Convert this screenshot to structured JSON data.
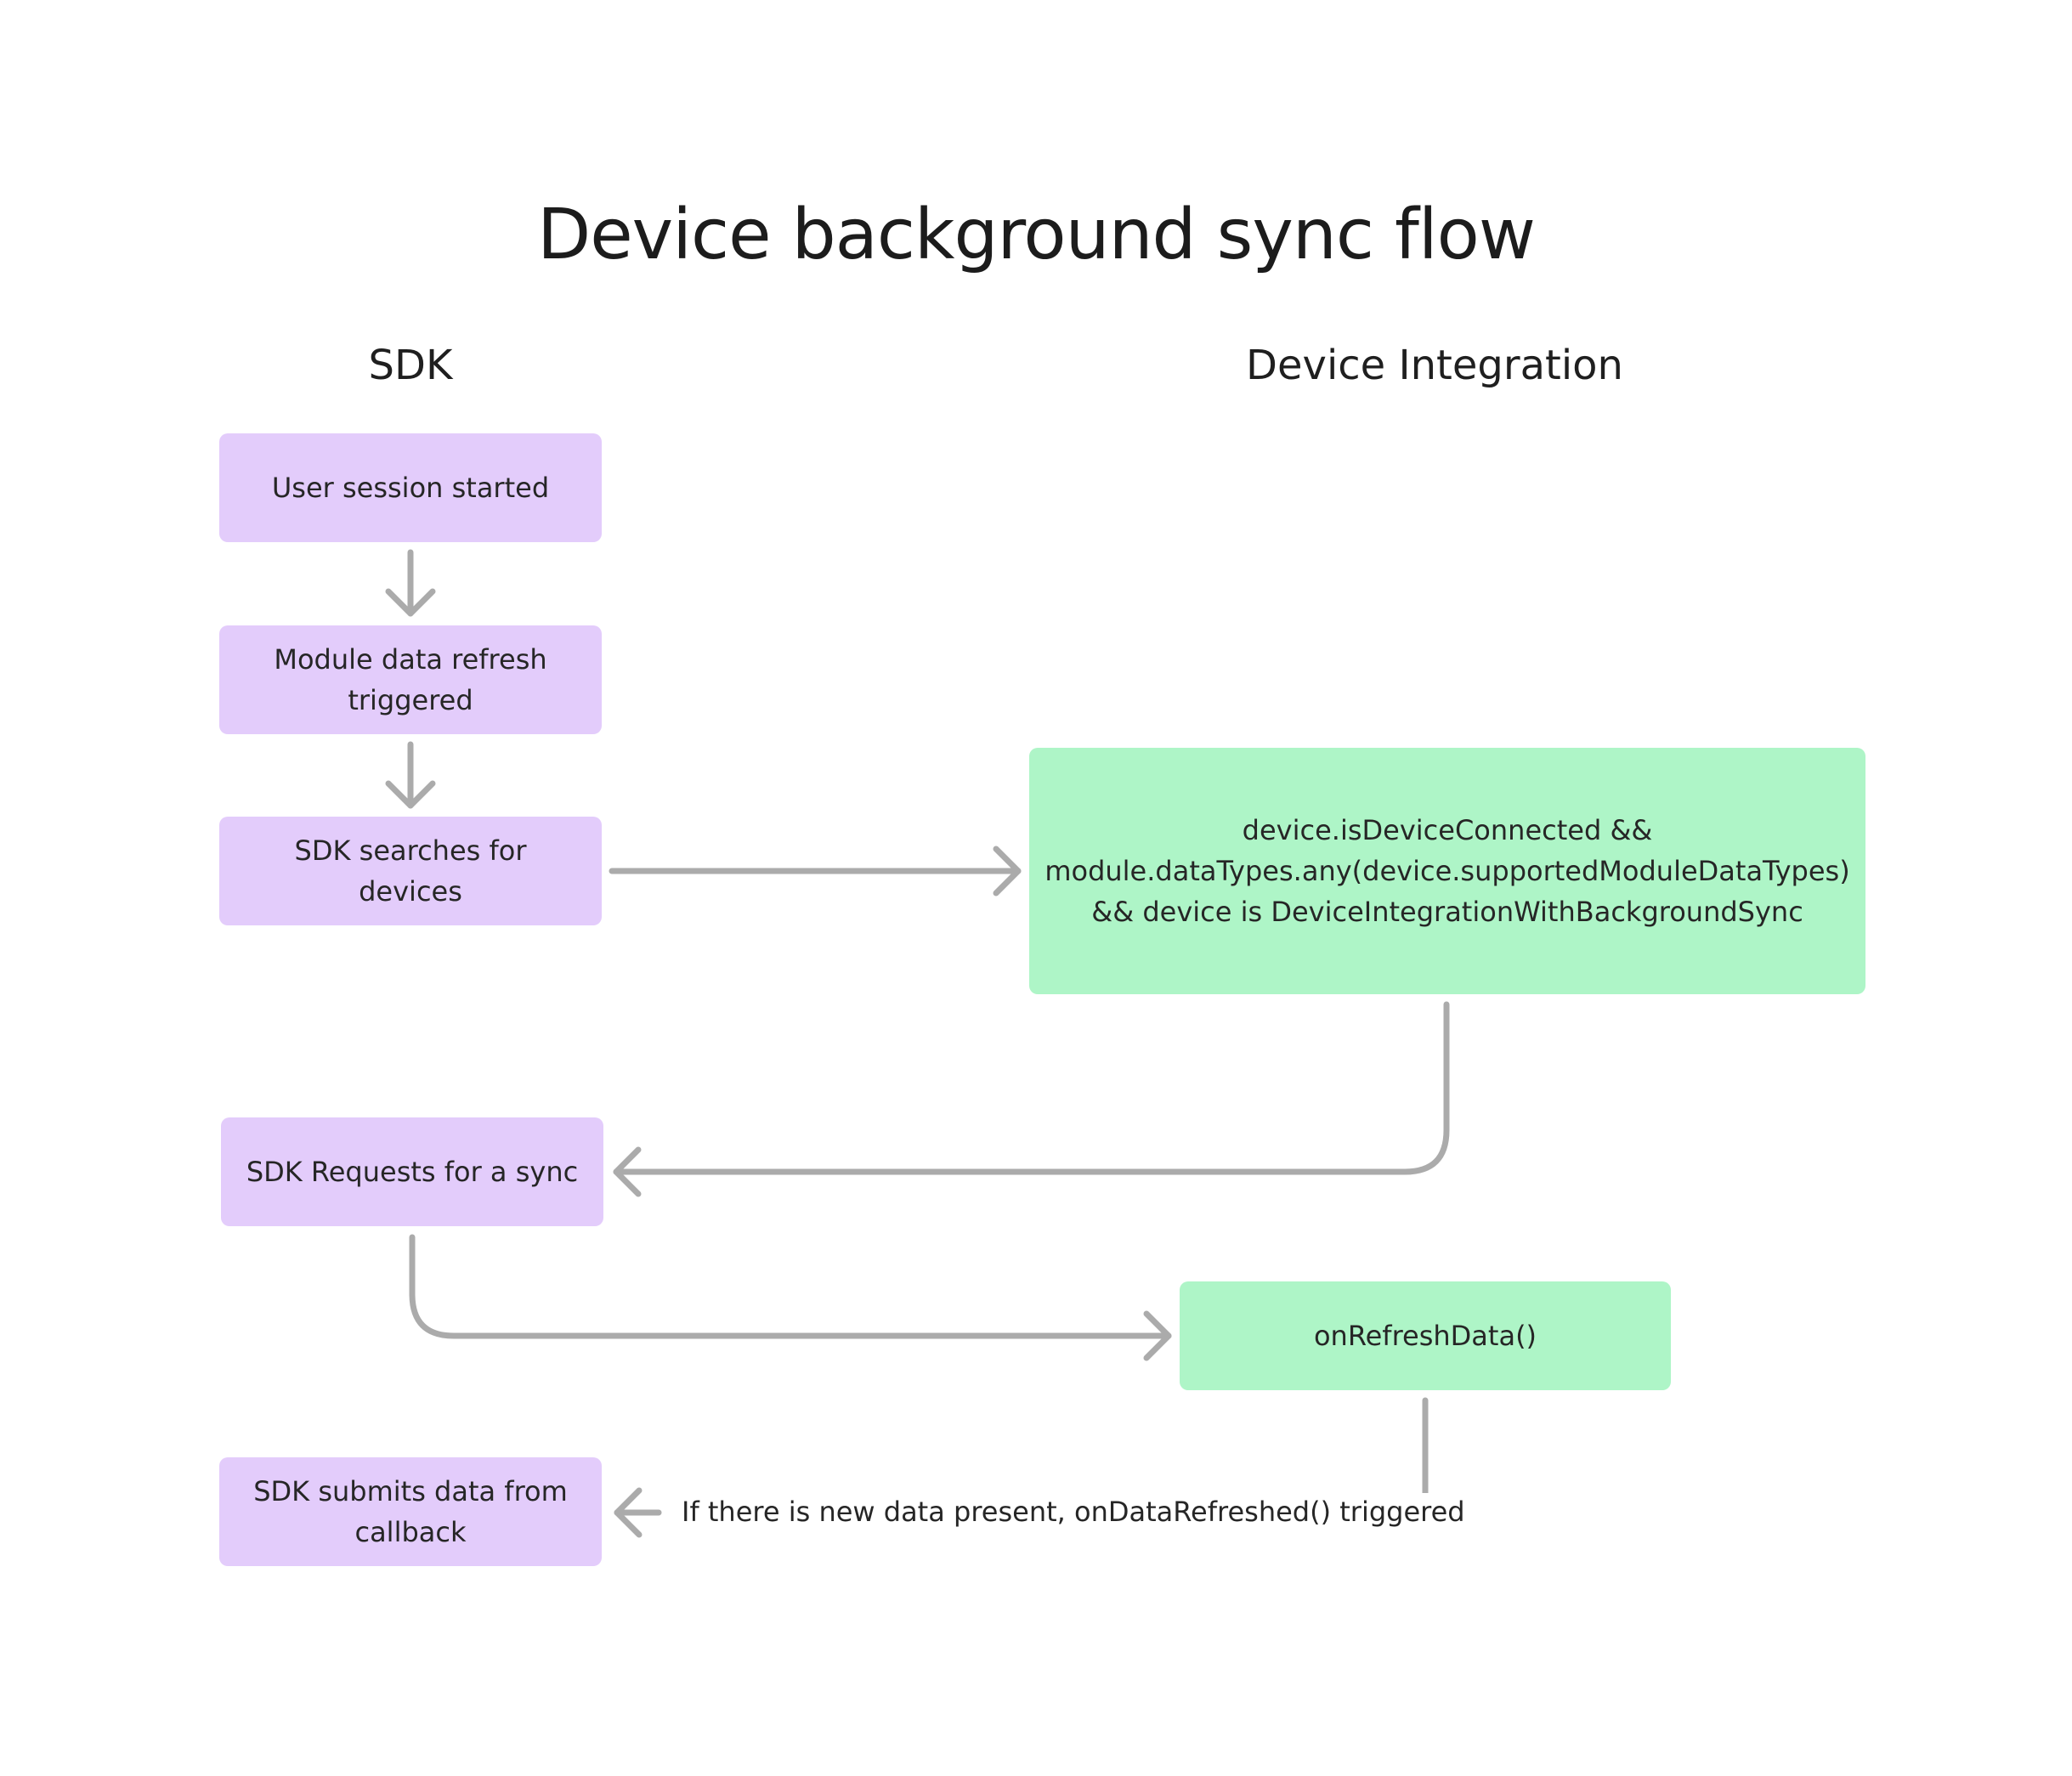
{
  "title": "Device background sync flow",
  "lanes": {
    "sdk": "SDK",
    "device": "Device Integration"
  },
  "nodes": {
    "session_started": "User session started",
    "refresh_triggered": "Module data refresh\ntriggered",
    "searches_devices": "SDK searches for devices",
    "device_condition": "device.isDeviceConnected &&\nmodule.dataTypes.any(device.supportedModuleDataTypes)\n&& device is DeviceIntegrationWithBackgroundSync",
    "requests_sync": "SDK Requests for a sync",
    "on_refresh_data": "onRefreshData()",
    "submits_data": "SDK submits data from\ncallback"
  },
  "edges": {
    "data_refreshed_label": "If there is new data present, onDataRefreshed() triggered"
  },
  "colors": {
    "sdk_box": "#e3ccfb",
    "device_box": "#aef5c7",
    "connector": "#ababab"
  }
}
